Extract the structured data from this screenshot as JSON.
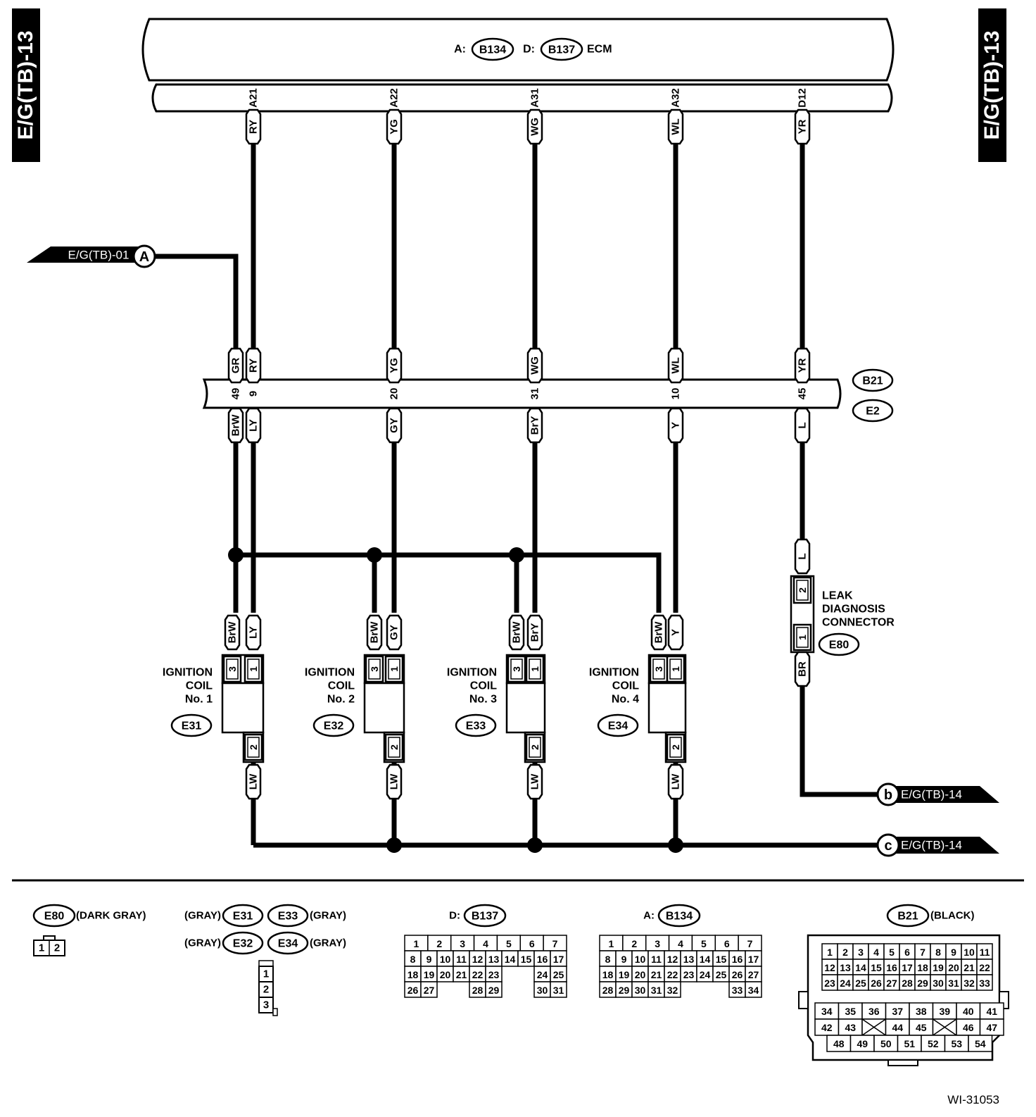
{
  "page_tabs": {
    "left": "E/G(TB)-13",
    "right": "E/G(TB)-13"
  },
  "ecm": {
    "label": "ECM",
    "connA_prefix": "A:",
    "connA": "B134",
    "connD_prefix": "D:",
    "connD": "B137"
  },
  "ecm_pins": [
    {
      "pin": "A21",
      "wire": "RY"
    },
    {
      "pin": "A22",
      "wire": "YG"
    },
    {
      "pin": "A31",
      "wire": "WG"
    },
    {
      "pin": "A32",
      "wire": "WL"
    },
    {
      "pin": "D12",
      "wire": "YR"
    }
  ],
  "input_ref": {
    "text": "E/G(TB)-01",
    "letter": "A"
  },
  "joint_connector": {
    "upper_id": "B21",
    "lower_id": "E2",
    "pins": [
      {
        "upper_wire": "GR",
        "pin": "49",
        "lower_wire": "BrW"
      },
      {
        "upper_wire": "RY",
        "pin": "9",
        "lower_wire": "LY"
      },
      {
        "upper_wire": "YG",
        "pin": "20",
        "lower_wire": "GY"
      },
      {
        "upper_wire": "WG",
        "pin": "31",
        "lower_wire": "BrY"
      },
      {
        "upper_wire": "WL",
        "pin": "10",
        "lower_wire": "Y"
      },
      {
        "upper_wire": "YR",
        "pin": "45",
        "lower_wire": "L"
      }
    ]
  },
  "coils": [
    {
      "l1": "IGNITION",
      "l2": "COIL",
      "l3": "No. 1",
      "id": "E31",
      "w3": "BrW",
      "w1": "LY",
      "w2": "LW",
      "p3": "3",
      "p1": "1",
      "p2": "2"
    },
    {
      "l1": "IGNITION",
      "l2": "COIL",
      "l3": "No. 2",
      "id": "E32",
      "w3": "BrW",
      "w1": "GY",
      "w2": "LW",
      "p3": "3",
      "p1": "1",
      "p2": "2"
    },
    {
      "l1": "IGNITION",
      "l2": "COIL",
      "l3": "No. 3",
      "id": "E33",
      "w3": "BrW",
      "w1": "BrY",
      "w2": "LW",
      "p3": "3",
      "p1": "1",
      "p2": "2"
    },
    {
      "l1": "IGNITION",
      "l2": "COIL",
      "l3": "No. 4",
      "id": "E34",
      "w3": "BrW",
      "w1": "Y",
      "w2": "LW",
      "p3": "3",
      "p1": "1",
      "p2": "2"
    }
  ],
  "leak": {
    "l1": "LEAK",
    "l2": "DIAGNOSIS",
    "l3": "CONNECTOR",
    "id": "E80",
    "wire_in": "L",
    "pin_top": "2",
    "pin_bottom": "1",
    "wire_out": "BR"
  },
  "outputs": [
    {
      "letter": "b",
      "text": "E/G(TB)-14"
    },
    {
      "letter": "c",
      "text": "E/G(TB)-14"
    }
  ],
  "legend": {
    "e80": {
      "id": "E80",
      "color": "(DARK GRAY)",
      "pins": [
        "1",
        "2"
      ]
    },
    "coils": [
      {
        "id": "E31",
        "color": "(GRAY)"
      },
      {
        "id": "E33",
        "color": "(GRAY)"
      },
      {
        "id": "E32",
        "color": "(GRAY)"
      },
      {
        "id": "E34",
        "color": "(GRAY)"
      }
    ],
    "coil_pins": [
      "1",
      "2",
      "3"
    ],
    "b137": {
      "prefix": "D:",
      "id": "B137",
      "rows": [
        [
          "1",
          "2",
          "3",
          "4",
          "5",
          "6",
          "7"
        ],
        [
          "8",
          "9",
          "10",
          "11",
          "12",
          "13",
          "14",
          "15",
          "16",
          "17"
        ],
        [
          "18",
          "19",
          "20",
          "21",
          "22",
          "23",
          "",
          "",
          "24",
          "25"
        ],
        [
          "26",
          "27",
          "",
          "",
          "28",
          "29",
          "",
          "",
          "30",
          "31"
        ]
      ]
    },
    "b134": {
      "prefix": "A:",
      "id": "B134",
      "rows": [
        [
          "1",
          "2",
          "3",
          "4",
          "5",
          "6",
          "7"
        ],
        [
          "8",
          "9",
          "10",
          "11",
          "12",
          "13",
          "14",
          "15",
          "16",
          "17"
        ],
        [
          "18",
          "19",
          "20",
          "21",
          "22",
          "23",
          "24",
          "25",
          "26",
          "27"
        ],
        [
          "28",
          "29",
          "30",
          "31",
          "32",
          "",
          "",
          "",
          "33",
          "34"
        ]
      ]
    },
    "b21": {
      "id": "B21",
      "color": "(BLACK)",
      "upper": [
        [
          "1",
          "2",
          "3",
          "4",
          "5",
          "6",
          "7",
          "8",
          "9",
          "10",
          "11"
        ],
        [
          "12",
          "13",
          "14",
          "15",
          "16",
          "17",
          "18",
          "19",
          "20",
          "21",
          "22"
        ],
        [
          "23",
          "24",
          "25",
          "26",
          "27",
          "28",
          "29",
          "30",
          "31",
          "32",
          "33"
        ]
      ],
      "lower": [
        [
          "34",
          "35",
          "36",
          "37",
          "38",
          "39",
          "40",
          "41"
        ],
        [
          "42",
          "43",
          "",
          "44",
          "45",
          "",
          "46",
          "47"
        ],
        [
          "48",
          "49",
          "50",
          "51",
          "52",
          "53",
          "54"
        ]
      ]
    }
  },
  "figure_id": "WI-31053"
}
